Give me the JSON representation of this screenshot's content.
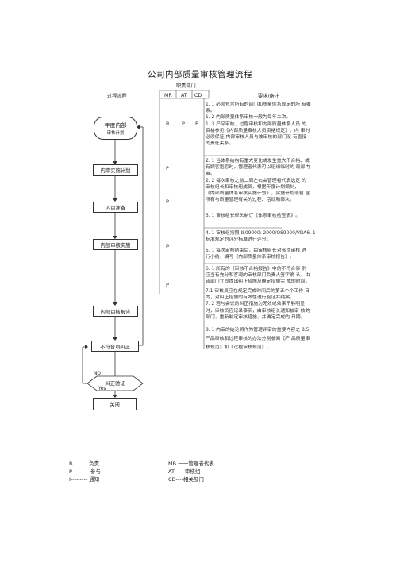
{
  "title": "公司内部质量审核管理流程",
  "dept_label": "职责部门",
  "col_process": "过程流程",
  "col_requirements": "要求/备注",
  "roles": [
    "MR",
    "AT",
    "CD"
  ],
  "flow": {
    "annual_plan": "年度内部",
    "annual_plan_sub": "审核计划",
    "audit_plan": "内审实施计划",
    "prep": "内审准备",
    "implement": "内部审核实施",
    "report": "内部审核报告",
    "nc_decision": "不符合项纠正",
    "verify": "纠正验证",
    "close": "关闭",
    "no_label": "NO",
    "yes_label": "Yes"
  },
  "matrix": [
    {
      "MR": "R",
      "AT": "P",
      "CD": "P"
    },
    {
      "MR": "P",
      "AT": "",
      "CD": ""
    },
    {
      "MR": "P",
      "AT": "",
      "CD": ""
    },
    {
      "MR": "P",
      "AT": "",
      "CD": ""
    },
    {
      "MR": "P",
      "AT": "",
      "CD": ""
    }
  ],
  "requirements": [
    [
      "1. 1 必须包含所有的部门和质量体系规定的所 有要",
      "素。",
      "1. 2 内部质量体系审核一般为每年二次。",
      "1. 3 产品审核、过程审核和内部质量体系人员 的",
      "资格参见《内部质量审核人员资格规定》。内 审时",
      "必须保证 内部审核人员与被审核的部门没 有直接",
      "的责任关系。"
    ],
    [
      "2. 1 当体系结构有重大变化或发生重大不合格、或",
      "有顾客抱怨时，管理者代表可以组织临时的 局部内",
      "审。",
      "2. 2 每次审核之前二周左右由管理者代表选定 的",
      "审核组长和审核组成员，根据年度计划编制，",
      "《内部质量体系审核实施计划》，实施计划须包 含",
      "所有与质量管理有关的过程、活动和部次。"
    ],
    [
      "3. 1 审核组长牵头制订《体系审核检查表》。"
    ],
    [
      "4. 1 审核组按照 IS09000: 2000/QS9000/VDA6. 1",
      "标准规定的评分标准进行评分。"
    ],
    [
      "5. 1 每次审核结束后，由审核组长对该次审核 进",
      "行小结，编写《内部质量体系审核报告》。"
    ],
    [
      "6. 1 所有的《审核不合格报告》中的不符合事 例",
      "应当有充分和客观的审核部门负责人签字确 认，由",
      "该部门立即提出纠正措施及确定措施完 成的时间。"
    ],
    [
      "7.1 审核员应在规定完成时间后的第五个个工作 日",
      "内，对纠正措施的有效性进行验证并结案。",
      "7. 2 若与会议的纠正措施为无效或效果不够明显",
      "时，审核员应记录事实，由审核组长通知被审 核跨",
      "部门，重新制定审核措施，并确定完成的 日期。"
    ],
    [
      "8. 1 内审的结论将作为管理评审的重要内容之 8.5",
      "产品审核和过程审核的办法分别参阅《产 品质量审",
      "核规范》和《过程审核规范》。"
    ]
  ],
  "legend_left": [
    "R-------- 负责",
    "P -------- 参与",
    "I--------- 通知"
  ],
  "legend_right": [
    "MR 一一管理者代表",
    "AT——审核组",
    "CD----相关部门"
  ]
}
